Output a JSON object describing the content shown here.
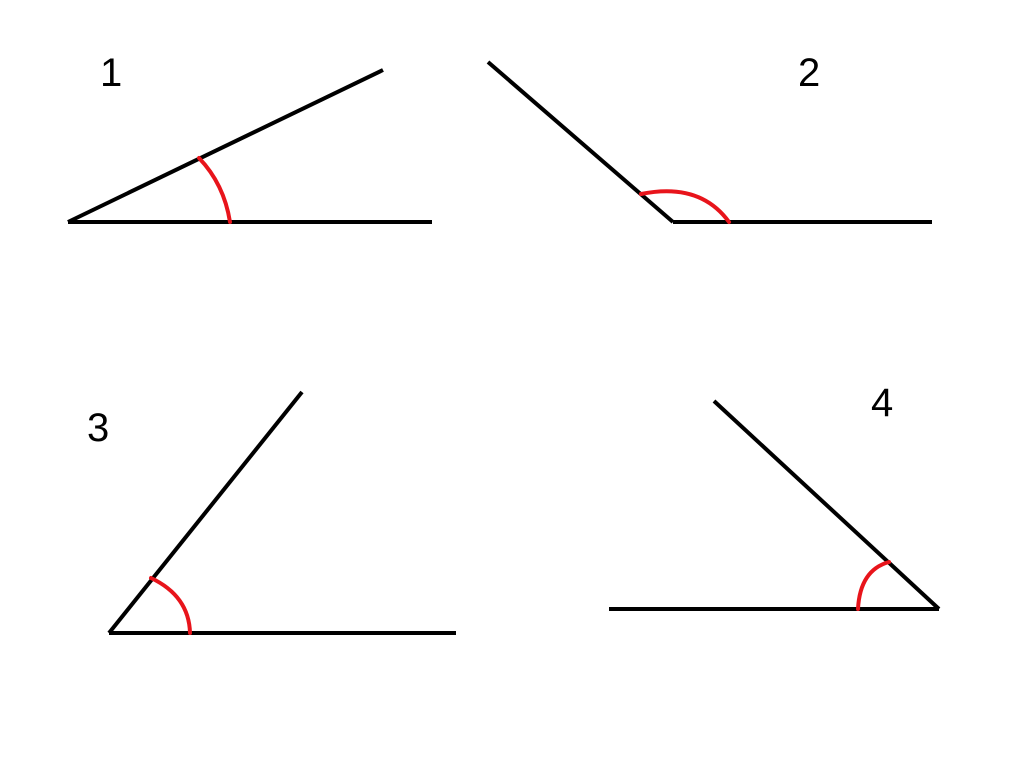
{
  "colors": {
    "background": "#ffffff",
    "ray": "#000000",
    "arc": "#e8141b"
  },
  "angles": [
    {
      "label": "1"
    },
    {
      "label": "2"
    },
    {
      "label": "3"
    },
    {
      "label": "4"
    }
  ]
}
